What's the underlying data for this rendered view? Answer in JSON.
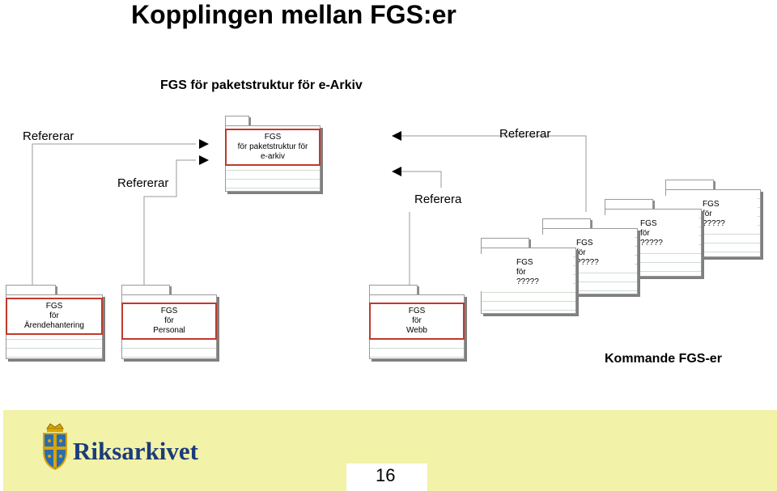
{
  "title": "Kopplingen mellan FGS:er",
  "subtitle": "FGS för paketstruktur för e-Arkiv",
  "references": {
    "ref_left_top": "Refererar",
    "ref_left_mid": "Refererar",
    "ref_right_top": "Refererar",
    "ref_right_mid": "Referera"
  },
  "folders": {
    "main": {
      "line1": "FGS",
      "line2": "för paketstruktur för",
      "line3": "e-arkiv"
    },
    "arende": {
      "line1": "FGS",
      "line2": "för",
      "line3": "Ärendehantering"
    },
    "personal": {
      "line1": "FGS",
      "line2": "för",
      "line3": "Personal"
    },
    "webb": {
      "line1": "FGS",
      "line2": "för",
      "line3": "Webb"
    },
    "future1": {
      "line1": "FGS",
      "line2": "för",
      "line3": "?????"
    },
    "future2": {
      "line1": "FGS",
      "line2": "för",
      "line3": "?????"
    },
    "future3": {
      "line1": "FGS",
      "line2": "för",
      "line3": "?????"
    },
    "future4": {
      "line1": "FGS",
      "line2": "för",
      "line3": "?????"
    }
  },
  "kommande": "Kommande FGS-er",
  "footer": {
    "logo_text": "Riksarkivet",
    "slide_number": "16"
  },
  "colors": {
    "label_border": "#c0392b",
    "footer_bg": "#f2f2a8",
    "logo_text": "#1b3b7a"
  }
}
